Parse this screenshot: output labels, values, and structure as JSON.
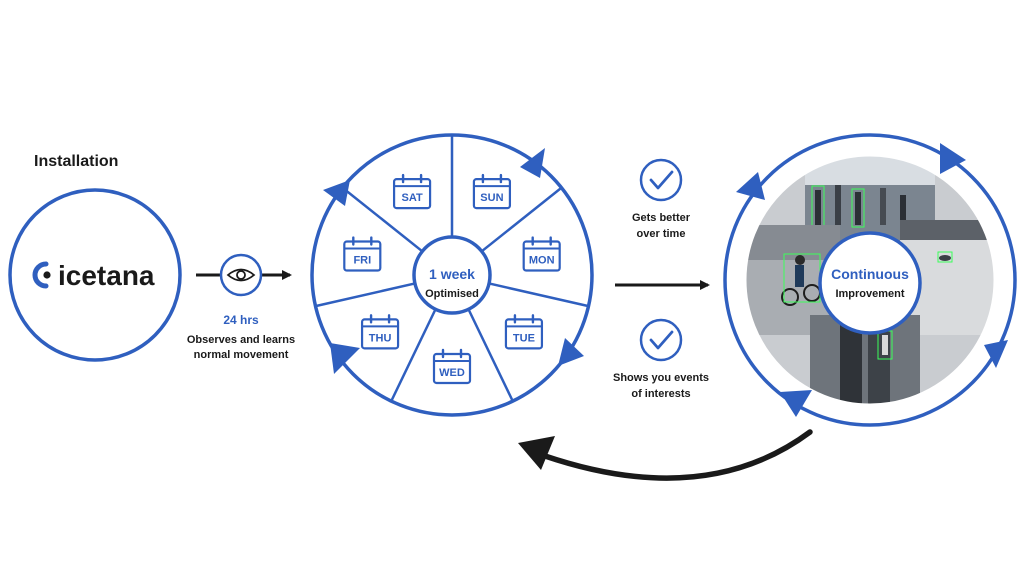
{
  "colors": {
    "primary": "#2f5fbf",
    "dark": "#1a1a1a",
    "white": "#ffffff"
  },
  "installation": {
    "heading": "Installation",
    "logo_text": "icetana",
    "logo_icon": "icetana-logo-icon"
  },
  "observe": {
    "icon": "eye-icon",
    "duration": "24 hrs",
    "caption_line1": "Observes and learns",
    "caption_line2": "normal movement"
  },
  "week_wheel": {
    "center_line1": "1 week",
    "center_line2": "Optimised",
    "days": [
      "SUN",
      "MON",
      "TUE",
      "WED",
      "THU",
      "FRI",
      "SAT"
    ],
    "day_icon": "calendar-icon"
  },
  "benefits": [
    {
      "icon": "check-circle-icon",
      "line1": "Gets better",
      "line2": "over time"
    },
    {
      "icon": "check-circle-icon",
      "line1": "Shows you events",
      "line2": "of interests"
    }
  ],
  "improvement": {
    "center_line1": "Continuous",
    "center_line2": "Improvement",
    "photo_descriptions": [
      "pedestrians-walkway",
      "cyclist-plaza",
      "mall-escalator",
      "open-concourse"
    ]
  }
}
